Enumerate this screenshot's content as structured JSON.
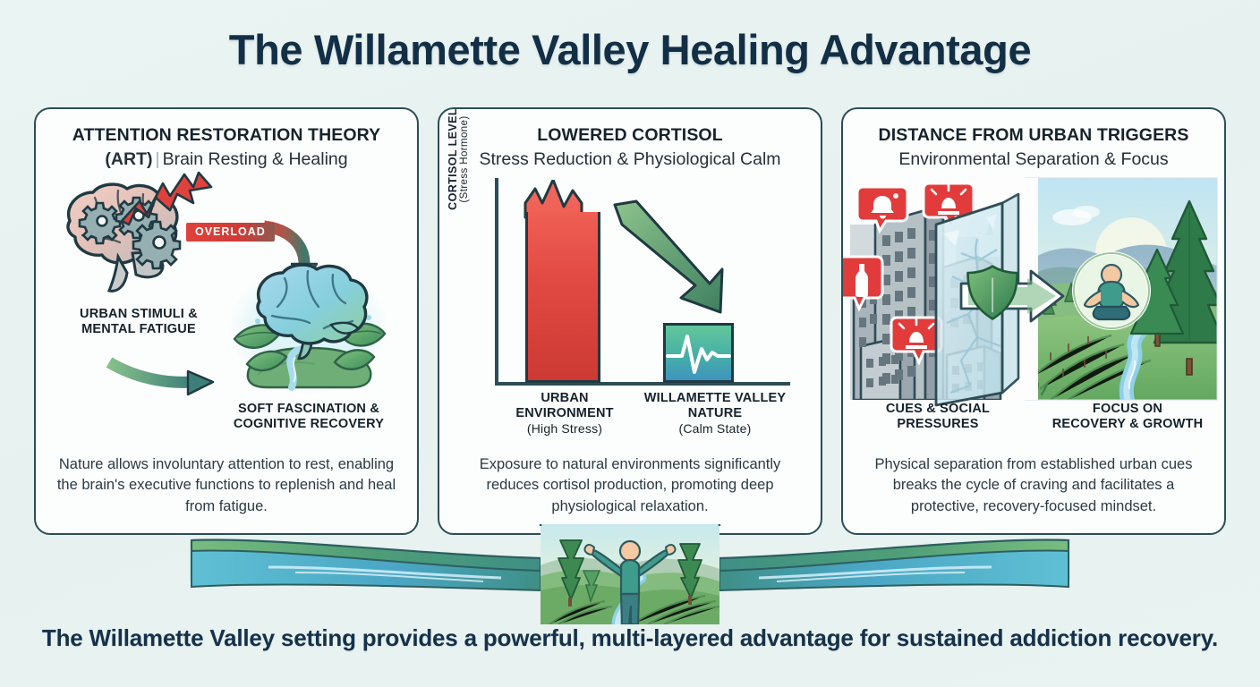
{
  "title": "The Willamette Valley Healing Advantage",
  "footer": "The Willamette Valley setting provides a powerful, multi-layered advantage for sustained addiction recovery.",
  "theme": {
    "background": "#e9f3f1",
    "card_background": "#fcfdfd",
    "card_border": "#2d4d56",
    "title_color": "#132f46",
    "accent_red": "#e14a42",
    "accent_green": "#4f9e5f",
    "accent_teal": "#45b0a6",
    "accent_blue": "#3f93bd"
  },
  "cards": [
    {
      "title": "ATTENTION RESTORATION THEORY",
      "subtitle_bold": "(ART)",
      "subtitle_divider": "|",
      "subtitle_rest": "Brain Resting & Healing",
      "art": {
        "type": "brain-overload-to-recovery",
        "flow_label": "OVERLOAD",
        "label_left": "URBAN STIMULI &",
        "label_left_2": "MENTAL FATIGUE",
        "label_right": "SOFT FASCINATION &",
        "label_right_2": "COGNITIVE RECOVERY",
        "icons": [
          "stressed-brain-with-gears-icon",
          "red-rising-arrow-icon",
          "green-brain-with-leaves-icon"
        ]
      },
      "body": "Nature allows involuntary attention to rest, enabling the brain's executive functions to replenish and heal from fatigue."
    },
    {
      "title": "LOWERED CORTISOL",
      "subtitle_bold": "",
      "subtitle_divider": "",
      "subtitle_rest": "Stress Reduction & Physiological Calm",
      "art": {
        "type": "bar-chart",
        "icons": [
          "jagged-red-bar-icon",
          "ecg-heartbeat-icon",
          "green-down-arrow-icon"
        ]
      },
      "body": "Exposure to natural environments significantly reduces cortisol production, promoting deep physiological relaxation."
    },
    {
      "title": "DISTANCE FROM URBAN TRIGGERS",
      "subtitle_bold": "",
      "subtitle_divider": "",
      "subtitle_rest": "Environmental Separation & Focus",
      "art": {
        "type": "city-barrier-nature",
        "label_left": "CUES & SOCIAL",
        "label_left_2": "PRESSURES",
        "label_right": "FOCUS ON",
        "label_right_2": "RECOVERY & GROWTH",
        "badges": [
          "bell-alert-icon",
          "siren-alert-icon",
          "bottle-alert-icon",
          "siren-alert-icon"
        ],
        "icons": [
          "city-skyline-icon",
          "cracked-glass-barrier-icon",
          "green-shield-arrow-icon",
          "meditating-person-icon",
          "pine-tree-icon",
          "vineyard-rows-icon",
          "river-icon"
        ]
      },
      "body": "Physical separation from established urban cues breaks the cycle of craving and facilitates a protective, recovery-focused mindset."
    }
  ],
  "chart_data": {
    "type": "bar",
    "title": "LOWERED CORTISOL",
    "ylabel": "CORTISOL LEVEL",
    "ylabel_sub": "(Stress Hormone)",
    "xlabel": "",
    "grid": false,
    "legend": false,
    "ylim": [
      0,
      100
    ],
    "categories": [
      "URBAN ENVIRONMENT",
      "WILLAMETTE VALLEY NATURE"
    ],
    "category_sublabels": [
      "(High Stress)",
      "(Calm State)"
    ],
    "values": [
      82,
      29
    ],
    "colors": [
      "#e14a42",
      "#45b0a6"
    ],
    "annotation": "green-down-arrow-icon"
  },
  "ribbon": {
    "type": "valley-river-banner",
    "icons": [
      "person-arms-raised-icon",
      "river-icon",
      "pine-tree-icon",
      "vineyard-rows-icon",
      "rolling-hills-icon"
    ]
  }
}
